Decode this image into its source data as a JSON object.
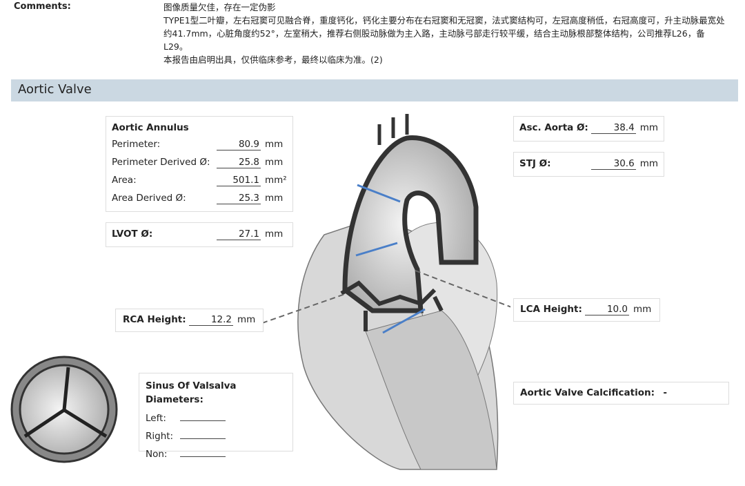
{
  "comments": {
    "label": "Comments:",
    "lines": [
      "图像质量欠佳，存在一定伪影",
      "TYPE1型二叶瓣，左右冠窦可见融合脊，重度钙化，钙化主要分布在右冠窦和无冠窦，法式窦结构可，左冠高度稍低，右冠高度可，升主动脉最宽处约41.7mm，心脏角度约52°，左室稍大，推荐右侧股动脉做为主入路，主动脉弓部走行较平缓，结合主动脉根部整体结构，公司推荐L26，备L29。",
      "本报告由启明出具，仅供临床参考，最终以临床为准。(2)"
    ]
  },
  "section": {
    "title": "Aortic Valve"
  },
  "annulus": {
    "title": "Aortic Annulus",
    "rows": [
      {
        "label": "Perimeter:",
        "value": "80.9",
        "unit": "mm"
      },
      {
        "label": "Perimeter Derived Ø:",
        "value": "25.8",
        "unit": "mm"
      },
      {
        "label": "Area:",
        "value": "501.1",
        "unit": "mm²"
      },
      {
        "label": "Area Derived Ø:",
        "value": "25.3",
        "unit": "mm"
      }
    ]
  },
  "lvot": {
    "label": "LVOT Ø:",
    "value": "27.1",
    "unit": "mm"
  },
  "rca": {
    "label": "RCA Height:",
    "value": "12.2",
    "unit": "mm"
  },
  "sinus": {
    "title": "Sinus Of Valsalva Diameters:",
    "left": "Left:",
    "right": "Right:",
    "non": "Non:"
  },
  "asc": {
    "label": "Asc. Aorta Ø:",
    "value": "38.4",
    "unit": "mm"
  },
  "stj": {
    "label": "STJ Ø:",
    "value": "30.6",
    "unit": "mm"
  },
  "lca": {
    "label": "LCA Height:",
    "value": "10.0",
    "unit": "mm"
  },
  "calc": {
    "label": "Aortic Valve Calcification:",
    "value": "-"
  },
  "colors": {
    "header": "#cbd8e2",
    "arrow": "#4a7fc8"
  }
}
